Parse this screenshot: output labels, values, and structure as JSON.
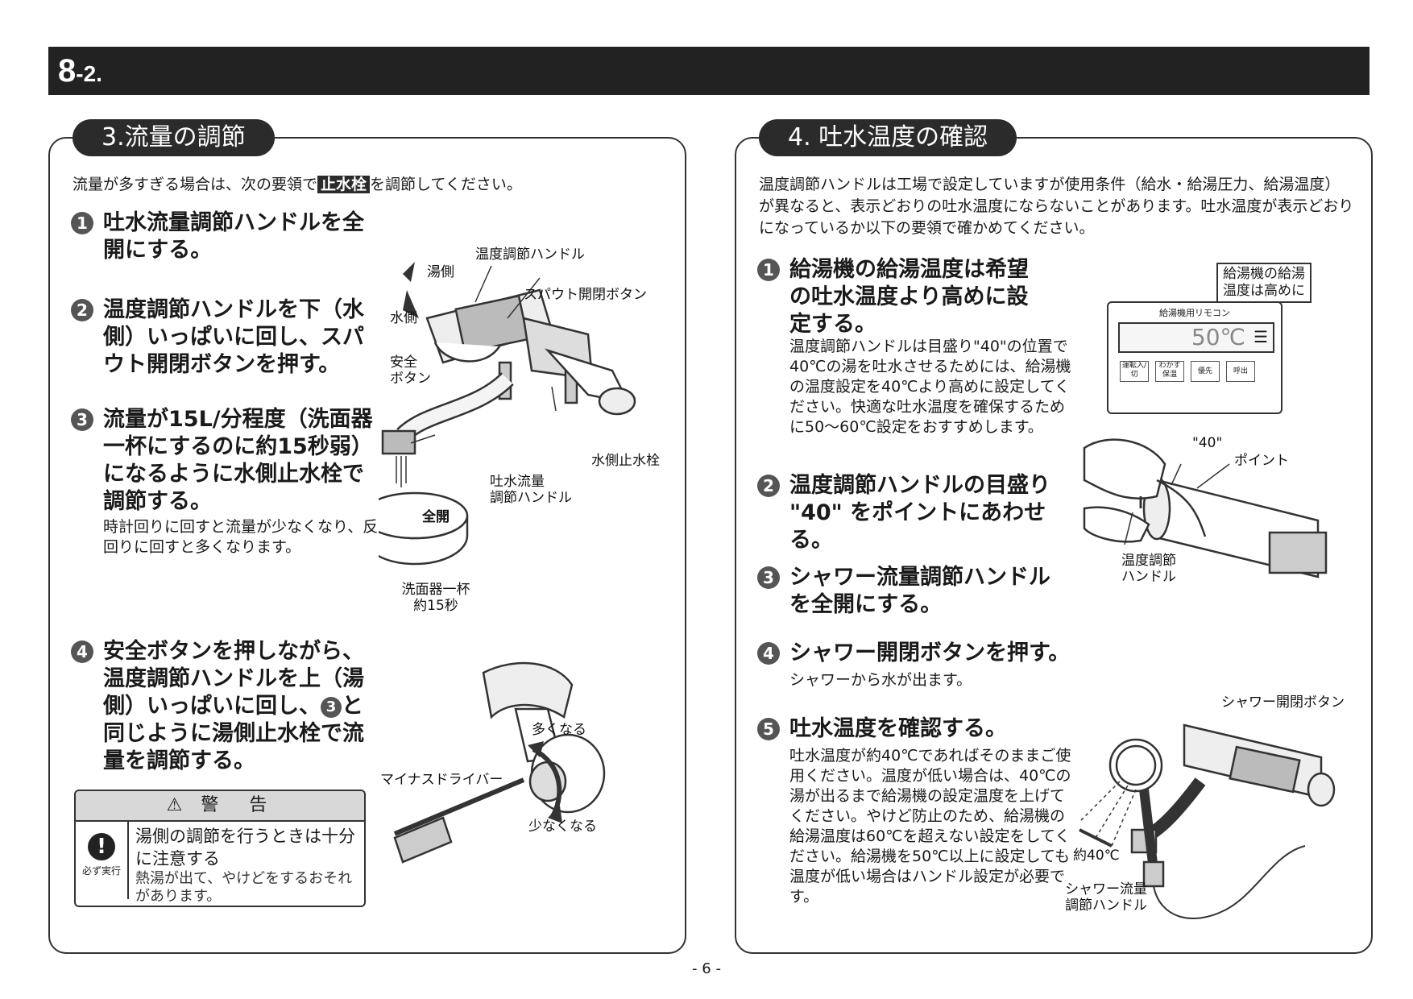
{
  "header": {
    "section_main": "8",
    "section_sub": "-2."
  },
  "left": {
    "title": "3.流量の調節",
    "lead_before": "流量が多すぎる場合は、次の要領で",
    "lead_highlight": "止水栓",
    "lead_after": "を調節してください。",
    "steps": [
      {
        "num": "1",
        "text": "吐水流量調節ハンドルを全開にする。"
      },
      {
        "num": "2",
        "text": "温度調節ハンドルを下（水側）いっぱいに回し、スパウト開閉ボタンを押す。"
      },
      {
        "num": "3",
        "text": "流量が15L/分程度（洗面器一杯にするのに約15秒弱）になるように水側止水栓で調節する。",
        "note": "時計回りに回すと流量が少なくなり、反時計回りに回すと多くなります。"
      },
      {
        "num": "4",
        "text_before": "安全ボタンを押しながら、温度調節ハンドルを上（湯側）いっぱいに回し、",
        "ref": "3",
        "text_after": "と同じように湯側止水栓で流量を調節する。"
      }
    ],
    "fig1": {
      "temp_handle": "温度調節ハンドル",
      "hot_side": "湯側",
      "spout_button": "スパウト開閉ボタン",
      "cold_side": "水側",
      "safety_button_1": "安全",
      "safety_button_2": "ボタン",
      "cold_stop_valve": "水側止水栓",
      "flow_handle_1": "吐水流量",
      "flow_handle_2": "調節ハンドル",
      "full_open": "全開",
      "basin_1": "洗面器一杯",
      "basin_2": "約15秒"
    },
    "fig2": {
      "more": "多くなる",
      "less": "少なくなる",
      "driver": "マイナスドライバー"
    },
    "warning": {
      "icon_label": "!",
      "head": "⚠ 警　告",
      "must": "必ず実行",
      "main": "湯側の調節を行うときは十分に注意する",
      "sub": "熱湯が出て、やけどをするおそれがあります。"
    }
  },
  "right": {
    "title": "4. 吐水温度の確認",
    "lead": "温度調節ハンドルは工場で設定していますが使用条件（給水・給湯圧力、給湯温度）が異なると、表示どおりの吐水温度にならないことがあります。吐水温度が表示どおりになっているか以下の要領で確かめてください。",
    "steps": [
      {
        "num": "1",
        "text": "給湯機の給湯温度は希望の吐水温度より高めに設定する。",
        "note": "温度調節ハンドルは目盛り\"40\"の位置で40℃の湯を吐水させるためには、給湯機の温度設定を40℃より高めに設定してください。快適な吐水温度を確保するために50～60℃設定をおすすめします。"
      },
      {
        "num": "2",
        "text": "温度調節ハンドルの目盛り \"40\" をポイントにあわせる。"
      },
      {
        "num": "3",
        "text": "シャワー流量調節ハンドルを全開にする。"
      },
      {
        "num": "4",
        "text": "シャワー開閉ボタンを押す。",
        "note": "シャワーから水が出ます。"
      },
      {
        "num": "5",
        "text": "吐水温度を確認する。",
        "note": "吐水温度が約40℃であればそのままご使用ください。温度が低い場合は、40℃の湯が出るまで給湯機の設定温度を上げてください。やけど防止のため、給湯機の給湯温度は60℃を超えない設定をしてください。給湯機を50℃以上に設定しても温度が低い場合はハンドル設定が必要です。"
      }
    ],
    "remote": {
      "callout_1": "給湯機の給湯",
      "callout_2": "温度は高めに",
      "name": "給湯機用リモコン",
      "display": "50℃",
      "buttons": [
        "運転入/切",
        "わかす保温",
        "優先",
        "呼出"
      ]
    },
    "fig_handle": {
      "mark40": "\"40\"",
      "point": "ポイント",
      "handle_1": "温度調節",
      "handle_2": "ハンドル"
    },
    "fig_shower": {
      "button": "シャワー開閉ボタン",
      "temp": "約40℃",
      "handle_1": "シャワー流量",
      "handle_2": "調節ハンドル"
    }
  },
  "footer": {
    "page": "- 6 -"
  }
}
